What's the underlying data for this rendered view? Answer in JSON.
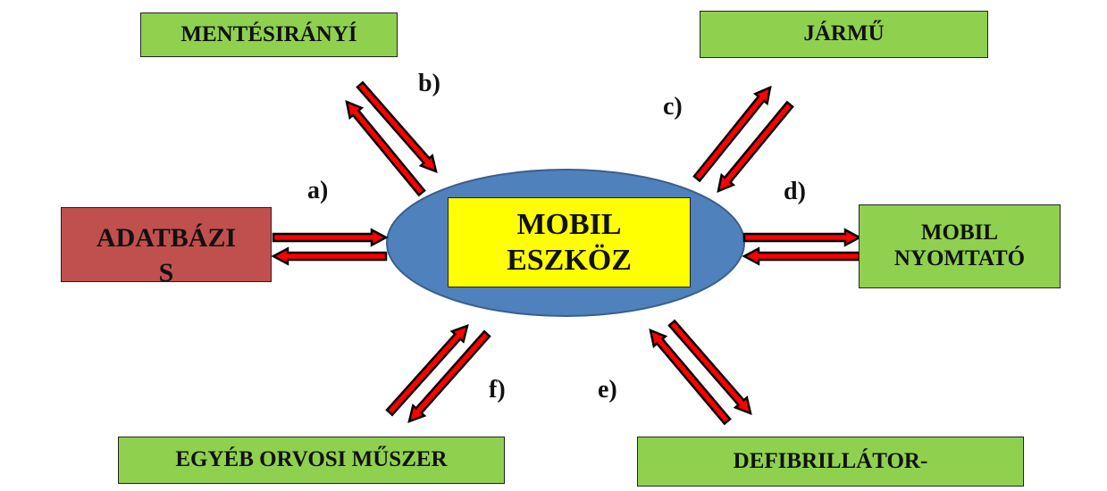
{
  "center": {
    "text": "MOBIL\nESZKÖZ"
  },
  "nodes": {
    "top_left": "MENTÉSIRÁNYÍ",
    "top_right": "JÁRMŰ",
    "left": "ADATBÁZI\nS",
    "right": "MOBIL\nNYOMTATÓ",
    "bottom_left": "EGYÉB ORVOSI MŰSZER",
    "bottom_right": "DEFIBRILLÁTOR-"
  },
  "labels": {
    "a": "a)",
    "b": "b)",
    "c": "c)",
    "d": "d)",
    "e": "e)",
    "f": "f)"
  },
  "colors": {
    "ellipse": "#4f81bd",
    "center_box": "#ffff00",
    "node_green": "#8fd14f",
    "node_red": "#c0504d",
    "arrow_fill": "#ff0000",
    "arrow_outline": "#000000"
  }
}
